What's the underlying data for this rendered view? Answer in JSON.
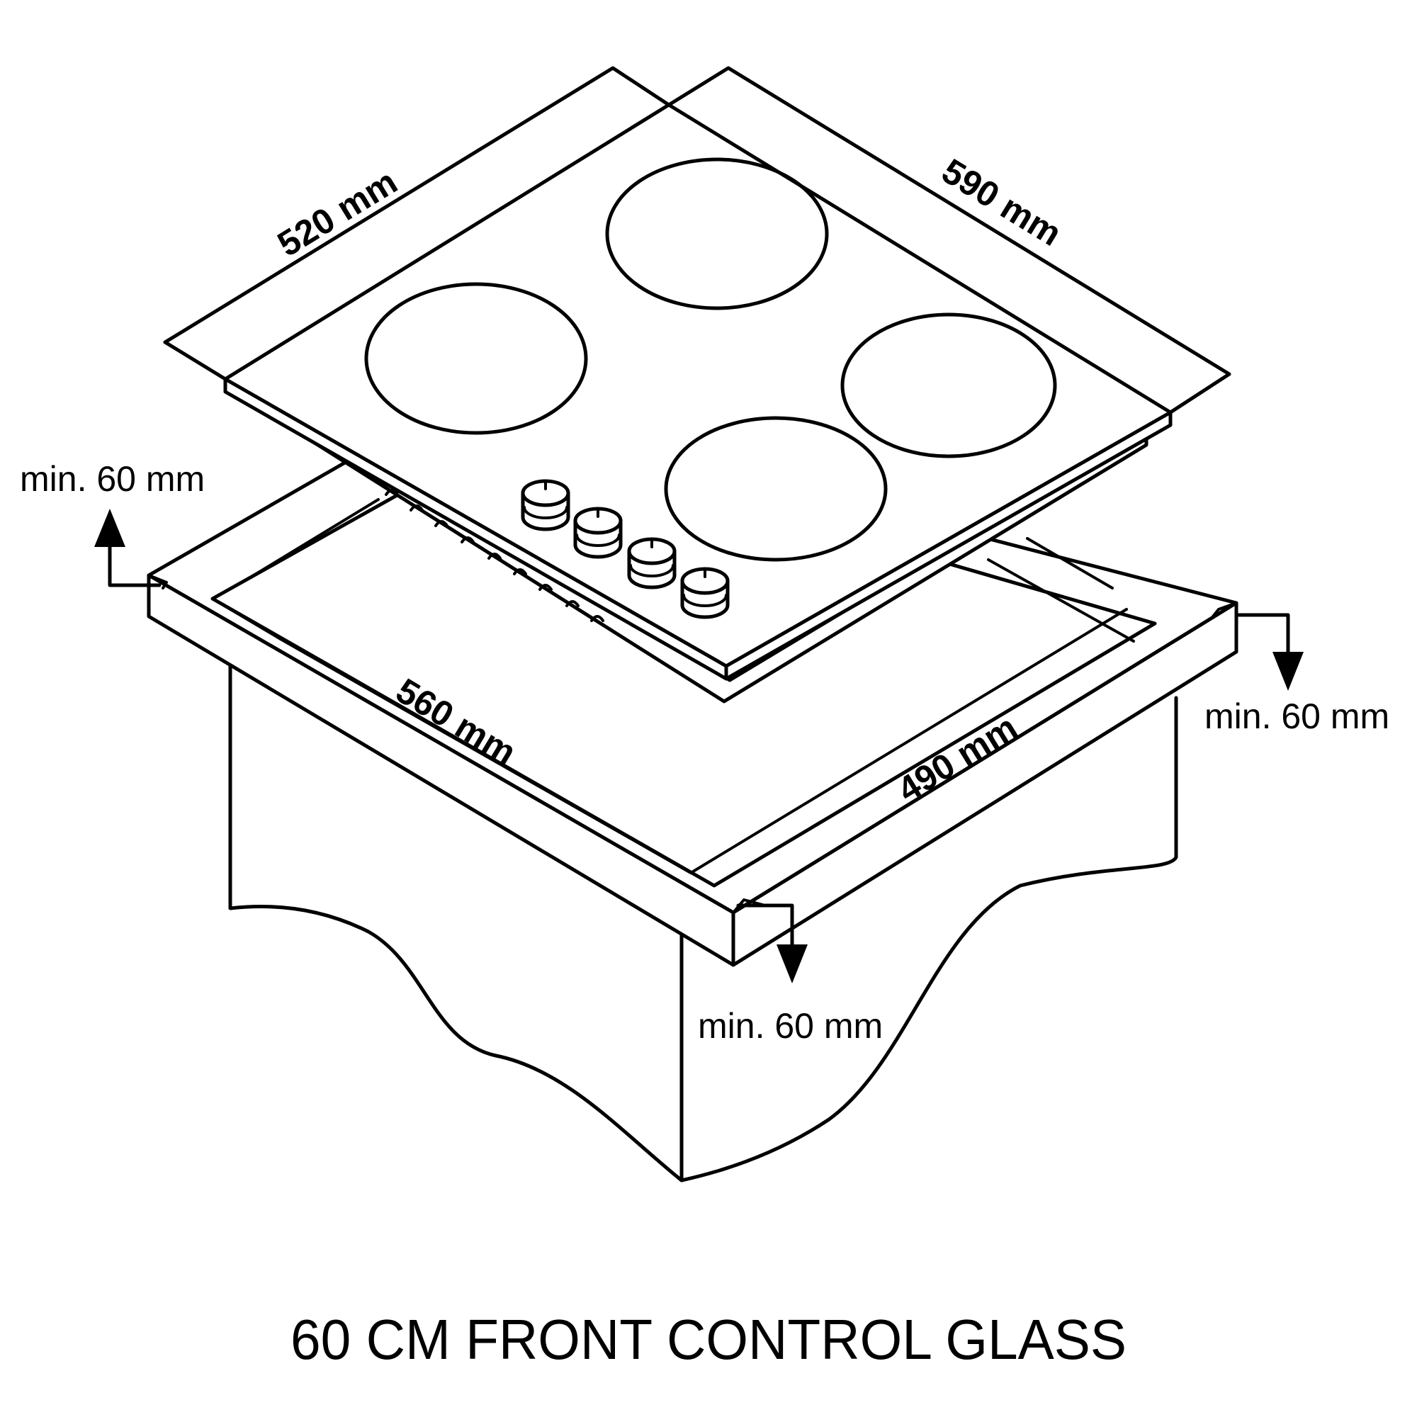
{
  "dimensions": {
    "top_width": "520 mm",
    "top_depth": "590 mm",
    "cutout_width": "560 mm",
    "cutout_depth": "490 mm"
  },
  "clearances": {
    "left": "min. 60 mm",
    "right": "min. 60 mm",
    "front": "min. 60 mm"
  },
  "caption": "60 CM FRONT CONTROL GLASS"
}
